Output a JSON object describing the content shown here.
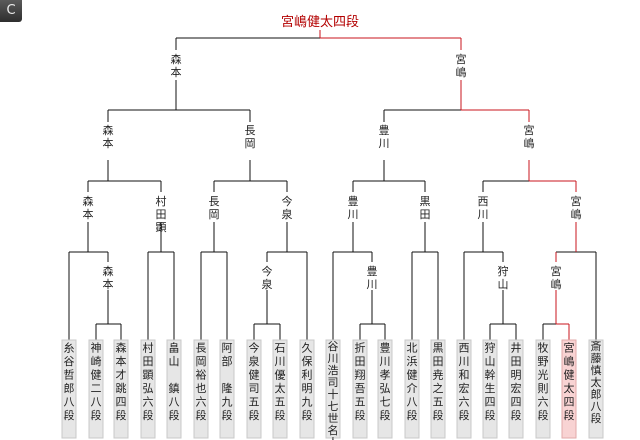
{
  "corner_button": {
    "label": "C"
  },
  "champion": "宮嶋健太四段",
  "players": [
    "糸谷哲郎八段",
    "神崎健二八段",
    "森本才跳四段",
    "村田顕弘六段",
    "畠山　鎮八段",
    "長岡裕也六段",
    "阿部　隆九段",
    "今泉健司五段",
    "石川優太五段",
    "久保利明九段",
    "谷川浩司十七世名人",
    "折田翔吾五段",
    "豊川孝弘七段",
    "北浜健介八段",
    "黒田尭之五段",
    "西川和宏六段",
    "狩山幹生四段",
    "井田明宏四段",
    "牧野光則六段",
    "宮嶋健太四段",
    "斎藤慎太郎八段"
  ],
  "round1_winners": [
    "森本",
    "今泉",
    "豊川",
    "狩山",
    "宮嶋"
  ],
  "round2_winners": [
    "森本",
    "村田顕",
    "長岡",
    "今泉",
    "豊川",
    "黒田",
    "西川",
    "宮嶋"
  ],
  "round3_winners": [
    "森本",
    "長岡",
    "豊川",
    "宮嶋"
  ],
  "semifinal_winners": [
    "森本",
    "宮嶋"
  ]
}
